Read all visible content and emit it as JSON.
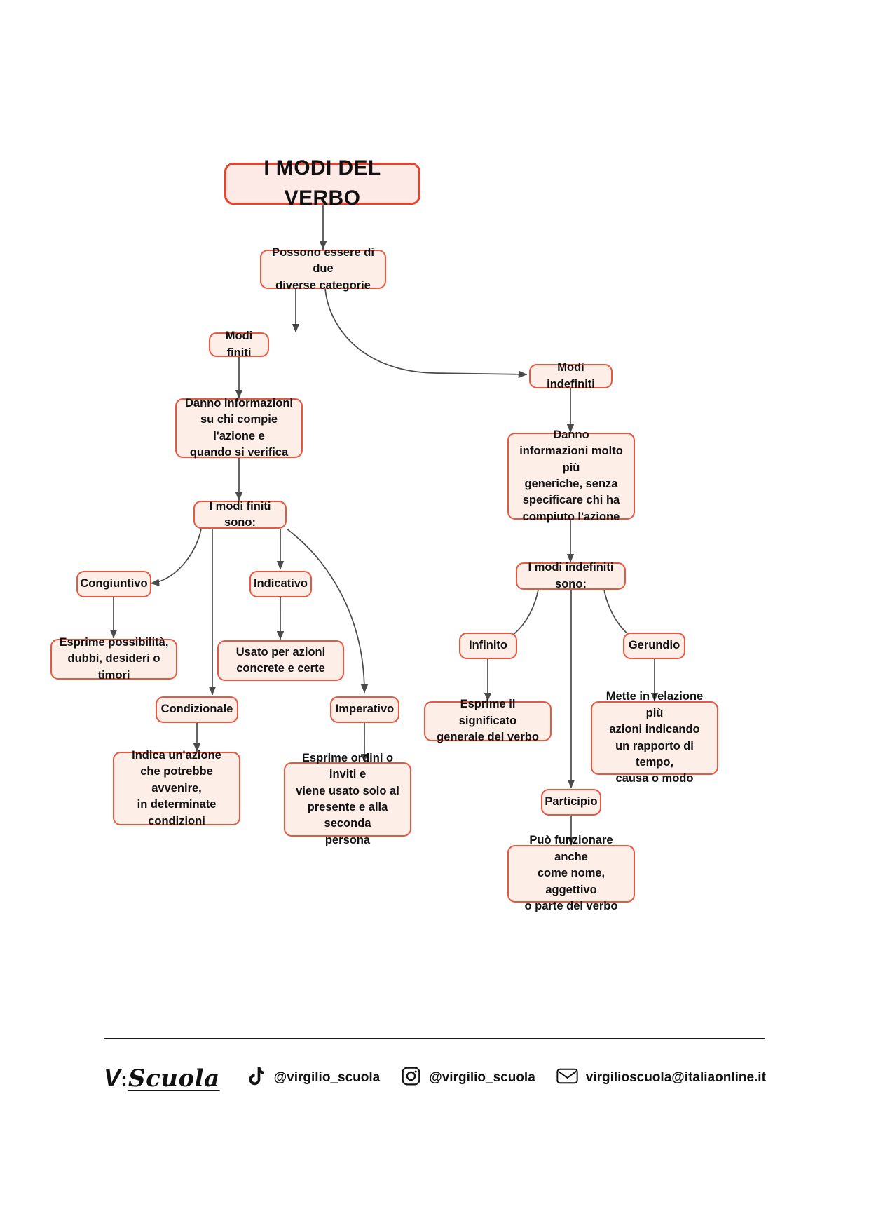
{
  "diagram": {
    "title": "I MODI DEL VERBO",
    "nodes": {
      "root": "I MODI DEL VERBO",
      "due_categorie": "Possono essere di due\ndiverse categorie",
      "modi_finiti": "Modi finiti",
      "modi_indefiniti": "Modi indefiniti",
      "finiti_info": "Danno informazioni\nsu chi compie l'azione e\nquando si verifica",
      "indefiniti_info": "Danno\ninformazioni molto più\ngeneriche, senza\nspecificare chi ha\ncompiuto l'azione",
      "finiti_sono": "I modi finiti sono:",
      "indefiniti_sono": "I modi indefiniti sono:",
      "congiuntivo": "Congiuntivo",
      "indicativo": "Indicativo",
      "condizionale": "Condizionale",
      "imperativo": "Imperativo",
      "infinito": "Infinito",
      "gerundio": "Gerundio",
      "participio": "Participio",
      "congiuntivo_desc": "Esprime possibilità,\ndubbi, desideri o timori",
      "indicativo_desc": "Usato per azioni\nconcrete  e certe",
      "condizionale_desc": "Indica un'azione\nche potrebbe avvenire,\nin determinate\ncondizioni",
      "imperativo_desc": "Esprime ordini o inviti e\nviene usato solo al\npresente e alla seconda\npersona",
      "infinito_desc": "Esprime il significato\ngenerale del verbo",
      "gerundio_desc": "Mette in relazione più\nazioni indicando\nun rapporto di tempo,\ncausa o modo",
      "participio_desc": "Può funzionare anche\ncome nome, aggettivo\no parte del verbo"
    },
    "colors": {
      "node_fill": "#fdeee8",
      "node_border": "#e8573f",
      "title_border": "#e8402a",
      "edge": "#4a4a4a",
      "text": "#111111"
    }
  },
  "footer": {
    "brand_v": "V",
    "brand_colon": ":",
    "brand_name": "Scuola",
    "tiktok_handle": "@virgilio_scuola",
    "instagram_handle": "@virgilio_scuola",
    "email": "virgilioscuola@italiaonline.it",
    "icons": {
      "tiktok": "tiktok-icon",
      "instagram": "instagram-icon",
      "mail": "mail-icon"
    }
  }
}
